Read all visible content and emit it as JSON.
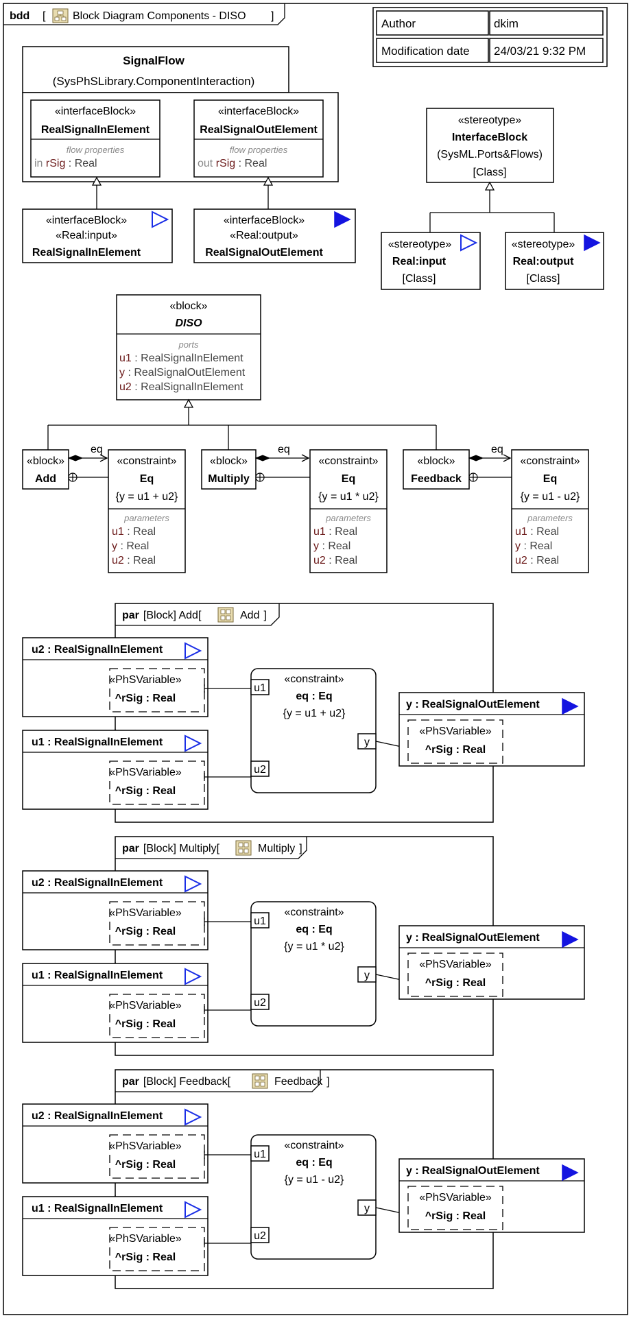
{
  "frame": {
    "kind": "bdd",
    "bracket_open": "[",
    "title": "Block Diagram Components - DISO",
    "bracket_close": "]",
    "icon": "package-diagram-icon"
  },
  "info_table": [
    {
      "label": "Author",
      "value": "dkim"
    },
    {
      "label": "Modification date",
      "value": "24/03/21 9:32 PM"
    }
  ],
  "signal_flow": {
    "name": "SignalFlow",
    "qualifier": "(SysPhSLibrary.ComponentInteraction)",
    "in_block": {
      "stereotype": "«interfaceBlock»",
      "name": "RealSignalInElement",
      "section": "flow properties",
      "dir": "in",
      "prop": "rSig",
      "type": " : Real"
    },
    "out_block": {
      "stereotype": "«interfaceBlock»",
      "name": "RealSignalOutElement",
      "section": "flow properties",
      "dir": "out",
      "prop": "rSig",
      "type": " : Real"
    }
  },
  "sub_in": {
    "stereotype": "«interfaceBlock»",
    "stereotype2": "«Real:input»",
    "name": "RealSignalInElement"
  },
  "sub_out": {
    "stereotype": "«interfaceBlock»",
    "stereotype2": "«Real:output»",
    "name": "RealSignalOutElement"
  },
  "stereo_interface": {
    "stereotype": "«stereotype»",
    "name": "InterfaceBlock",
    "qualifier": "(SysML.Ports&Flows)",
    "metaclass": "[Class]"
  },
  "stereo_input": {
    "stereotype": "«stereotype»",
    "name": "Real:input",
    "metaclass": "[Class]"
  },
  "stereo_output": {
    "stereotype": "«stereotype»",
    "name": "Real:output",
    "metaclass": "[Class]"
  },
  "diso": {
    "stereotype": "«block»",
    "name": "DISO",
    "section": "ports",
    "ports": [
      {
        "name": "u1",
        "type": " : RealSignalInElement"
      },
      {
        "name": "y",
        "type": " : RealSignalOutElement"
      },
      {
        "name": "u2",
        "type": " : RealSignalInElement"
      }
    ]
  },
  "derived": [
    {
      "stereotype": "«block»",
      "name": "Add",
      "role": "eq",
      "constraint": {
        "stereotype": "«constraint»",
        "name": "Eq",
        "expr": "{y = u1 + u2}",
        "section": "parameters",
        "params": [
          {
            "name": "u1",
            "type": " : Real"
          },
          {
            "name": "y",
            "type": " : Real"
          },
          {
            "name": "u2",
            "type": " : Real"
          }
        ]
      }
    },
    {
      "stereotype": "«block»",
      "name": "Multiply",
      "role": "eq",
      "constraint": {
        "stereotype": "«constraint»",
        "name": "Eq",
        "expr": "{y = u1 * u2}",
        "section": "parameters",
        "params": [
          {
            "name": "u1",
            "type": " : Real"
          },
          {
            "name": "y",
            "type": " : Real"
          },
          {
            "name": "u2",
            "type": " : Real"
          }
        ]
      }
    },
    {
      "stereotype": "«block»",
      "name": "Feedback",
      "role": "eq",
      "constraint": {
        "stereotype": "«constraint»",
        "name": "Eq",
        "expr": "{y =  u1 - u2}",
        "section": "parameters",
        "params": [
          {
            "name": "u1",
            "type": " : Real"
          },
          {
            "name": "y",
            "type": " : Real"
          },
          {
            "name": "u2",
            "type": " : Real"
          }
        ]
      }
    }
  ],
  "par_diagrams": [
    {
      "kind": "par",
      "context": "[Block] Add",
      "bracket_open": "[",
      "subject": "Add",
      "bracket_close": "]",
      "u2_part": "u2 : RealSignalInElement",
      "u1_part": "u1 : RealSignalInElement",
      "y_part": "y : RealSignalOutElement",
      "var_stereotype": "«PhSVariable»",
      "var_name": "^rSig : Real",
      "constraint_stereotype": "«constraint»",
      "constraint_name": "eq : Eq",
      "constraint_expr": "{y = u1 + u2}",
      "pin_u1": "u1",
      "pin_u2": "u2",
      "pin_y": "y"
    },
    {
      "kind": "par",
      "context": "[Block] Multiply",
      "bracket_open": "[",
      "subject": "Multiply",
      "bracket_close": "]",
      "u2_part": "u2 : RealSignalInElement",
      "u1_part": "u1 : RealSignalInElement",
      "y_part": "y : RealSignalOutElement",
      "var_stereotype": "«PhSVariable»",
      "var_name": "^rSig : Real",
      "constraint_stereotype": "«constraint»",
      "constraint_name": "eq : Eq",
      "constraint_expr": "{y = u1 * u2}",
      "pin_u1": "u1",
      "pin_u2": "u2",
      "pin_y": "y"
    },
    {
      "kind": "par",
      "context": "[Block] Feedback",
      "bracket_open": "[",
      "subject": "Feedback",
      "bracket_close": "]",
      "u2_part": "u2 : RealSignalInElement",
      "u1_part": "u1 : RealSignalInElement",
      "y_part": "y : RealSignalOutElement",
      "var_stereotype": "«PhSVariable»",
      "var_name": "^rSig : Real",
      "constraint_stereotype": "«constraint»",
      "constraint_name": "eq : Eq",
      "constraint_expr": "{y =  u1 - u2}",
      "pin_u1": "u1",
      "pin_u2": "u2",
      "pin_y": "y"
    }
  ],
  "colors": {
    "input_marker": "#1a2ee6",
    "output_marker": "#1414e0",
    "icon_fill": "#e8dcb0"
  },
  "icons": [
    "package-diagram-icon",
    "internal-block-icon",
    "open-triangle-input-icon",
    "filled-triangle-output-icon"
  ]
}
